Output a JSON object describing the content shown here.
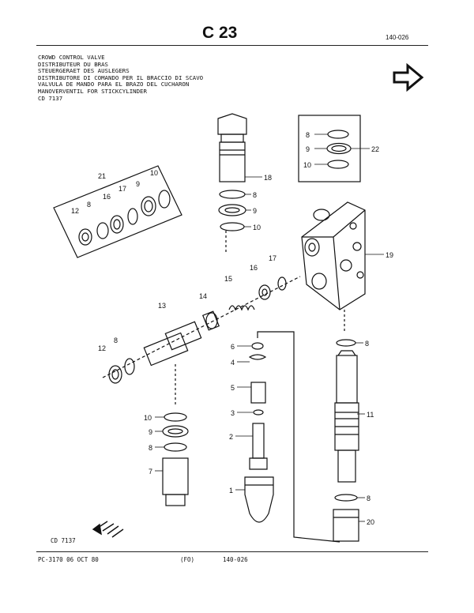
{
  "header": {
    "title": "C 23",
    "code": "140-026"
  },
  "description": [
    "CROWD CONTROL VALVE",
    "DISTRIBUTEUR DU BRAS",
    "STEUERGERAET DES AUSLEGERS",
    "DISTRIBUTORE DI COMANDO PER IL BRACCIO DI SCAVO",
    "VALVULA DE MANDO PARA EL BRAZO DEL CUCHARON",
    "MANOVERVENTIL FOR STICKCYLINDER",
    "CD 7137"
  ],
  "nav_icon": "right-arrow-icon",
  "figure_ref": "CD 7137",
  "footer": {
    "doc": "PC-3170  06 OCT 80",
    "lang": "(FO)",
    "page": "140-026"
  },
  "callouts": {
    "c1": "1",
    "c2": "2",
    "c3": "3",
    "c4": "4",
    "c5": "5",
    "c6": "6",
    "c7": "7",
    "c8a": "8",
    "c8b": "8",
    "c8c": "8",
    "c8d": "8",
    "c8e": "8",
    "c8f": "8",
    "c8g": "8",
    "c9a": "9",
    "c9b": "9",
    "c9c": "9",
    "c9d": "9",
    "c10a": "10",
    "c10b": "10",
    "c10c": "10",
    "c10d": "10",
    "c11": "11",
    "c12a": "12",
    "c12b": "12",
    "c13": "13",
    "c14": "14",
    "c15": "15",
    "c16a": "16",
    "c16b": "16",
    "c17a": "17",
    "c17b": "17",
    "c18": "18",
    "c19": "19",
    "c20": "20",
    "c21": "21",
    "c22": "22"
  }
}
